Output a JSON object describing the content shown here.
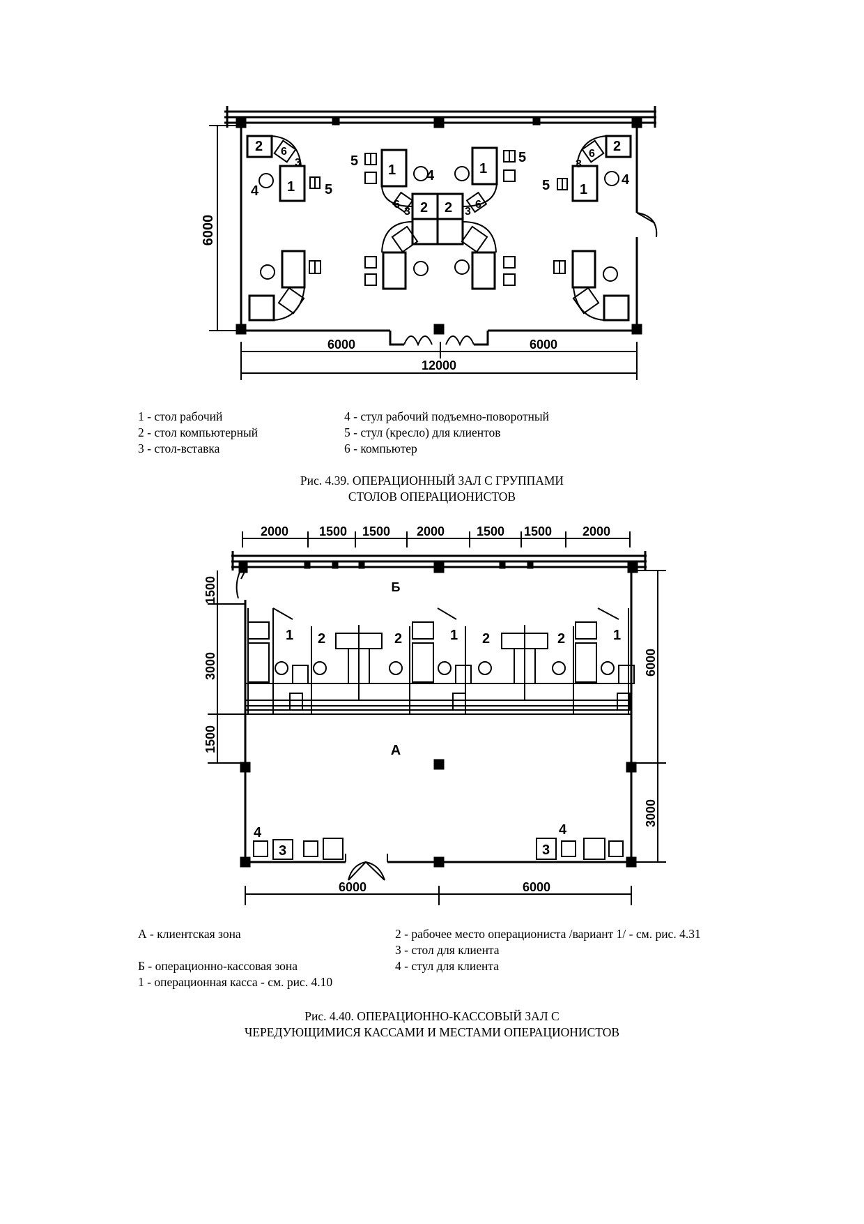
{
  "figure1": {
    "dims": {
      "height": "6000",
      "left_width": "6000",
      "right_width": "6000",
      "total_width": "12000"
    },
    "marks": {
      "n1": "1",
      "n2": "2",
      "n3": "3",
      "n4": "4",
      "n5": "5",
      "n6": "6"
    },
    "legend": {
      "left": [
        "1 - стол рабочий",
        "2 - стол компьютерный",
        "3 - стол-вставка"
      ],
      "right": [
        "4 - стул рабочий подъемно-поворотный",
        "5 - стул (кресло) для клиентов",
        "6 - компьютер"
      ]
    },
    "caption": [
      "Рис. 4.39. ОПЕРАЦИОННЫЙ ЗАЛ С ГРУППАМИ",
      "СТОЛОВ ОПЕРАЦИОНИСТОВ"
    ]
  },
  "figure2": {
    "top_dims": [
      "2000",
      "1500",
      "1500",
      "2000",
      "1500",
      "1500",
      "2000"
    ],
    "left_dims": [
      "1500",
      "3000",
      "1500"
    ],
    "right_dims": [
      "6000",
      "3000"
    ],
    "bottom_dims": [
      "6000",
      "6000"
    ],
    "zones": {
      "b": "Б",
      "a": "А"
    },
    "marks": {
      "n1": "1",
      "n2": "2",
      "n3": "3",
      "n4": "4"
    },
    "legend": {
      "left": [
        "А - клиентская зона",
        "Б - операционно-кассовая зона",
        "1 - операционная касса - см. рис. 4.10"
      ],
      "right": [
        "2 - рабочее место операциониста /вариант 1/ - см. рис. 4.31",
        "3 - стол для клиента",
        "4 - стул для клиента"
      ]
    },
    "caption": [
      "Рис. 4.40. ОПЕРАЦИОННО-КАССОВЫЙ ЗАЛ С",
      "ЧЕРЕДУЮЩИМИСЯ КАССАМИ И МЕСТАМИ ОПЕРАЦИОНИСТОВ"
    ]
  }
}
